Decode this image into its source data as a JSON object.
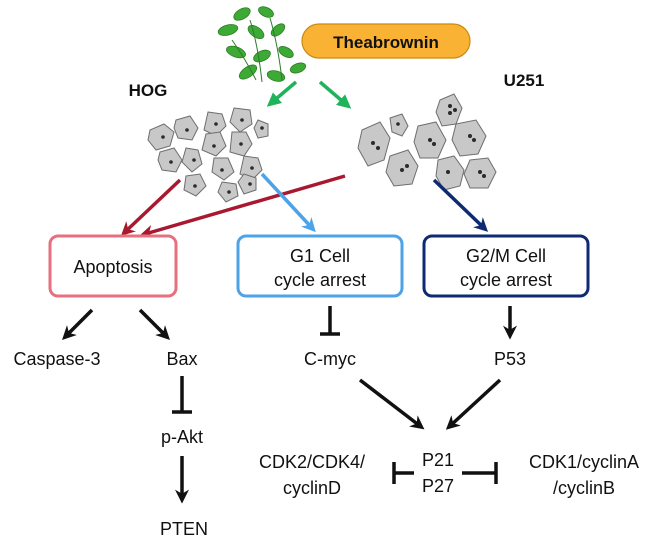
{
  "compound": {
    "label": "Theabrownin",
    "fill": "#F9B233",
    "stroke": "#C98A12"
  },
  "cell_lines": {
    "left": "HOG",
    "right": "U251"
  },
  "boxes": {
    "apoptosis": {
      "label": "Apoptosis",
      "border": "#E7707E"
    },
    "g1": {
      "line1": "G1 Cell",
      "line2": "cycle arrest",
      "border": "#4DA3E8"
    },
    "g2m": {
      "line1": "G2/M Cell",
      "line2": "cycle arrest",
      "border": "#0E2A73"
    }
  },
  "nodes": {
    "caspase3": "Caspase-3",
    "bax": "Bax",
    "pakt": "p-Akt",
    "pten": "PTEN",
    "cmyc": "C-myc",
    "p53": "P53",
    "p21": "P21",
    "p27": "P27",
    "cdk_left_1": "CDK2/CDK4/",
    "cdk_left_2": "cyclinD",
    "cdk_right_1": "CDK1/cyclinA",
    "cdk_right_2": "/cyclinB"
  },
  "colors": {
    "green_arrow": "#1FB35A",
    "red_arrow": "#A8182E",
    "blue_arrow": "#4DA3E8",
    "navy_arrow": "#0E2A73",
    "black": "#111111",
    "cell_fill": "#C8C8C8",
    "cell_stroke": "#6E6E6E",
    "leaf": "#3DAA35"
  }
}
